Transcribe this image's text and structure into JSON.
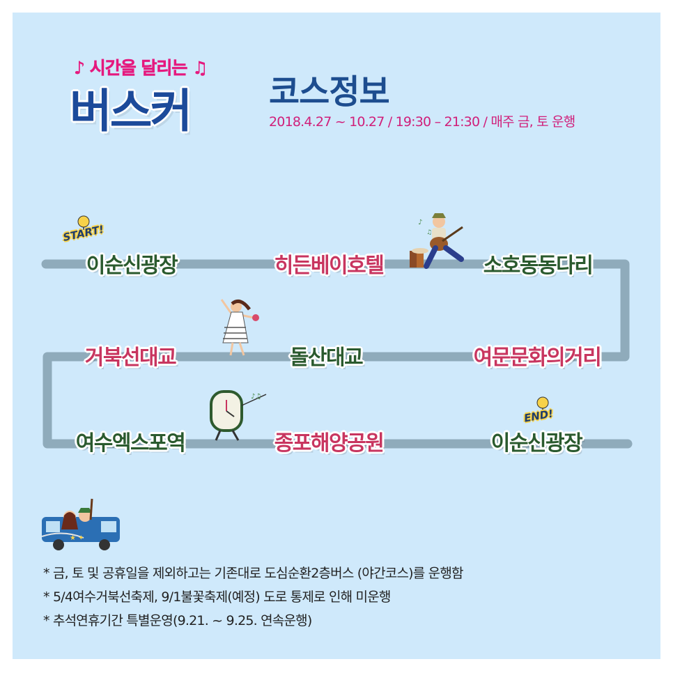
{
  "logo": {
    "subtitle": "시간을 달리는",
    "main": "버스커"
  },
  "title": "코스정보",
  "schedule": "2018.4.27 ~ 10.27 / 19:30 – 21:30 / 매주 금, 토 운행",
  "markers": {
    "start": "START!",
    "end": "END!"
  },
  "stations": [
    "이순신광장",
    "히든베이호텔",
    "소호동동다리",
    "여문문화의거리",
    "돌산대교",
    "거북선대교",
    "여수엑스포역",
    "종포해양공원",
    "이순신광장"
  ],
  "notes": [
    "* 금, 토 및 공휴일을 제외하고는 기존대로 도심순환2층버스 (야간코스)를 운행함",
    "* 5/4여수거북선축제, 9/1불꽃축제(예정) 도로 통제로 인해 미운행",
    "* 추석연휴기간 특별운영(9.21. ~ 9.25. 연속운행)"
  ],
  "colors": {
    "background": "#cfe9fb",
    "route": "#8fabbb",
    "title": "#1d4d8f",
    "accent": "#d01f7a",
    "green": "#2a5a2e",
    "pink": "#c8355f"
  }
}
